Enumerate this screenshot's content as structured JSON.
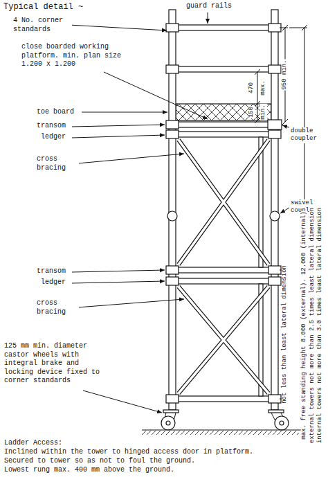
{
  "diagram": {
    "title": "Typical detail ~",
    "labels": [
      "4 No. corner standards",
      "guard rails",
      "close boarded working platform. min. plan size 1.200 x 1.200",
      "toe board",
      "transom",
      "ledger",
      "cross bracing",
      "double coupler",
      "swivel coupler",
      "transom",
      "ledger",
      "cross bracing",
      "125 mm min. diameter castor wheels with integral brake and locking device fixed to corner standards",
      "470",
      "max.",
      "150",
      "min.",
      "950 min.",
      "not less than least lateral dimension",
      "max. free standing height 8.000 (external). 12.000 (internal)",
      "external towers not more than 2.5 times least lateral dimension",
      "internal towers not more than 3.0 times least lateral dimension",
      "Ladder Access:",
      "Inclined within the tower to hinged access door in platform.",
      "Secured to tower so as not to foul the ground.",
      "Lowest rung max. 400 mm above the ground."
    ]
  }
}
